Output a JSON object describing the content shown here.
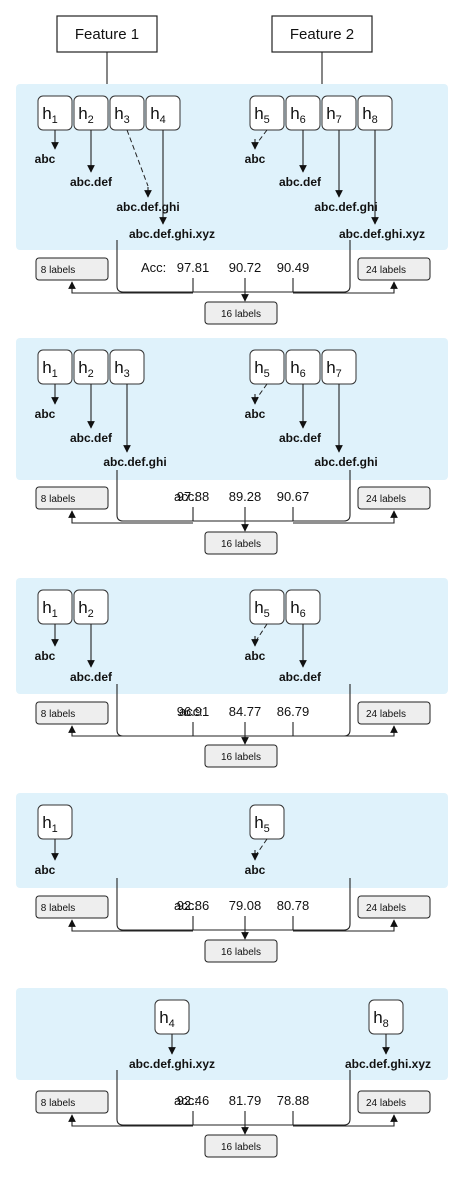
{
  "features": [
    "Feature 1",
    "Feature 2"
  ],
  "head_prefix": "h",
  "label_boxes": {
    "left": "8 labels",
    "right": "24 labels",
    "middle": "16 labels"
  },
  "panels": [
    {
      "acc_label": "Acc:",
      "acc_values": [
        "97.81",
        "90.72",
        "90.49"
      ],
      "left_heads": [
        "1",
        "2",
        "3",
        "4"
      ],
      "right_heads": [
        "5",
        "6",
        "7",
        "8"
      ],
      "left_nodes": [
        "abc",
        "abc.def",
        "abc.def.ghi",
        "abc.def.ghi.xyz"
      ],
      "right_nodes": [
        "abc",
        "abc.def",
        "abc.def.ghi",
        "abc.def.ghi.xyz"
      ]
    },
    {
      "acc_label": "acc:",
      "acc_values": [
        "97.88",
        "89.28",
        "90.67"
      ],
      "left_heads": [
        "1",
        "2",
        "3"
      ],
      "right_heads": [
        "5",
        "6",
        "7"
      ],
      "left_nodes": [
        "abc",
        "abc.def",
        "abc.def.ghi"
      ],
      "right_nodes": [
        "abc",
        "abc.def",
        "abc.def.ghi"
      ]
    },
    {
      "acc_label": "acc:",
      "acc_values": [
        "96.91",
        "84.77",
        "86.79"
      ],
      "left_heads": [
        "1",
        "2"
      ],
      "right_heads": [
        "5",
        "6"
      ],
      "left_nodes": [
        "abc",
        "abc.def"
      ],
      "right_nodes": [
        "abc",
        "abc.def"
      ]
    },
    {
      "acc_label": "acc:",
      "acc_values": [
        "92.86",
        "79.08",
        "80.78"
      ],
      "left_heads": [
        "1"
      ],
      "right_heads": [
        "5"
      ],
      "left_nodes": [
        "abc"
      ],
      "right_nodes": [
        "abc"
      ]
    },
    {
      "acc_label": "acc:",
      "acc_values": [
        "92.46",
        "81.79",
        "78.88"
      ],
      "left_heads": [
        "4"
      ],
      "right_heads": [
        "8"
      ],
      "left_nodes": [
        "abc.def.ghi.xyz"
      ],
      "right_nodes": [
        "abc.def.ghi.xyz"
      ]
    }
  ]
}
